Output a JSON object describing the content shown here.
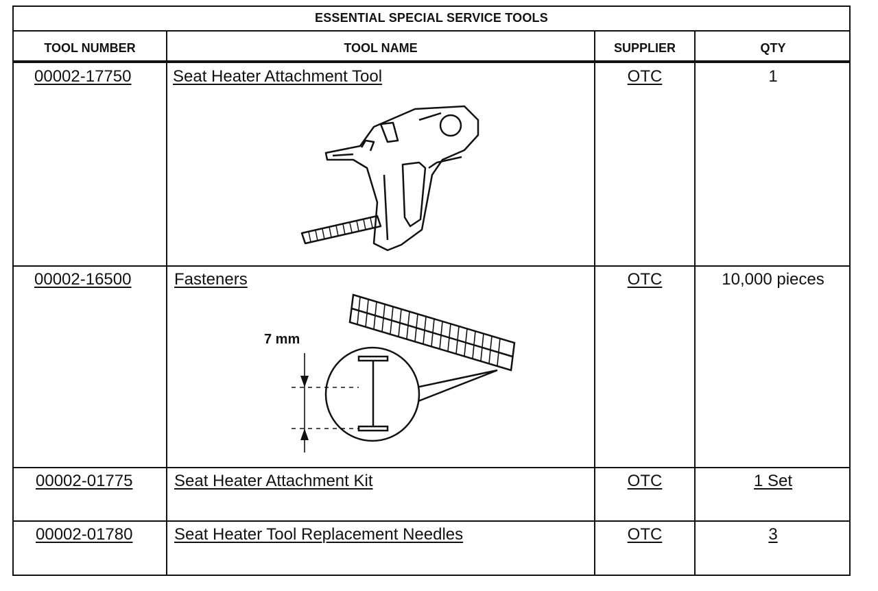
{
  "table": {
    "title": "ESSENTIAL SPECIAL SERVICE TOOLS",
    "headers": {
      "tool_number": "TOOL NUMBER",
      "tool_name": "TOOL NAME",
      "supplier": "SUPPLIER",
      "qty": "QTY"
    },
    "rows": [
      {
        "tool_number": "00002-17750",
        "tool_name": "Seat Heater Attachment Tool",
        "supplier": "OTC",
        "qty": "1",
        "illustration": "seat-heater-attachment-tool-gun"
      },
      {
        "tool_number": "00002-16500",
        "tool_name": "Fasteners",
        "supplier": "OTC",
        "qty": "10,000 pieces",
        "illustration": "fastener-strip-with-detail",
        "dimension_label": "7 mm"
      },
      {
        "tool_number": "00002-01775",
        "tool_name": "Seat Heater Attachment Kit",
        "supplier": "OTC",
        "qty": "1 Set"
      },
      {
        "tool_number": "00002-01780",
        "tool_name": "Seat Heater Tool Replacement Needles",
        "supplier": "OTC",
        "qty": "3"
      }
    ]
  }
}
